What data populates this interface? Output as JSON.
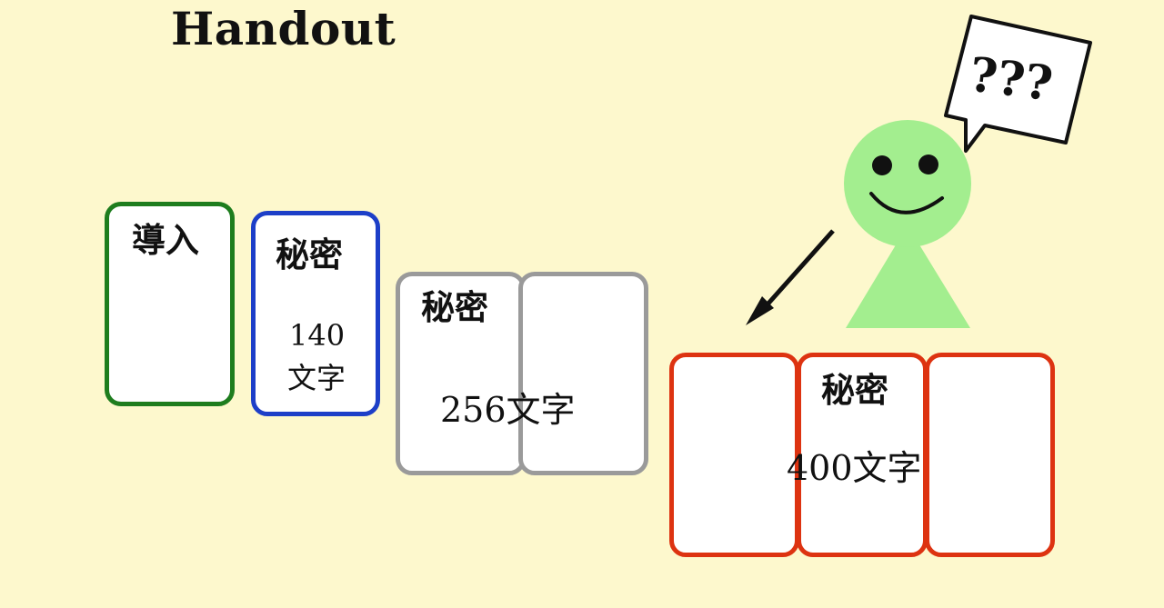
{
  "title": "Handout",
  "colors": {
    "background": "#fdf8cd",
    "intro_border": "#1e7d1e",
    "secret_140_border": "#1d3fc8",
    "secret_256_border": "#9a9a9a",
    "secret_400_border": "#dd3311",
    "figure_fill": "#a3ee8f"
  },
  "cards": {
    "intro": {
      "heading": "導入"
    },
    "secret_140": {
      "heading": "秘密",
      "count_number": "140",
      "count_unit": "文字"
    },
    "secret_256": {
      "heading": "秘密",
      "count": "256文字"
    },
    "secret_400": {
      "heading": "秘密",
      "count": "400文字"
    }
  },
  "speech_bubble": {
    "text": "???"
  },
  "icons": {
    "figure": "smiling-person-icon",
    "arrow": "arrow-down-left-icon",
    "bubble": "speech-bubble-icon"
  }
}
